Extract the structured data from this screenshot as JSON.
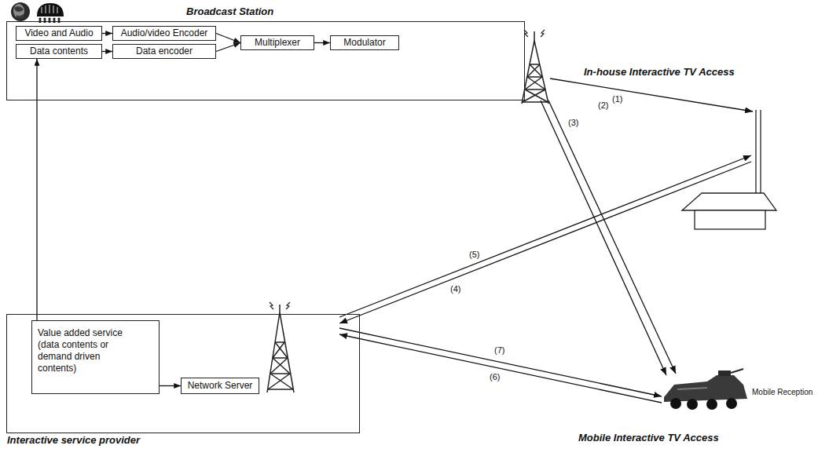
{
  "diagram": {
    "nodes": [
      {
        "text": [
          "Broadcast Station"
        ]
      },
      {
        "text": [
          "Video and Audio"
        ],
        "in": 0
      },
      {
        "text": [
          "Audio/video Encoder"
        ],
        "in": 0
      },
      {
        "text": [
          "Multiplexer"
        ],
        "in": 0
      },
      {
        "text": [
          "Modulator"
        ],
        "in": 0
      },
      {
        "text": [
          "Data contents"
        ],
        "in": 0
      },
      {
        "text": [
          "Data encoder"
        ],
        "in": 0
      },
      {
        "text": [
          "Interactive service provider"
        ]
      },
      {
        "text": [
          "Value added service (data contents or demand driven contents)"
        ],
        "in": 7
      },
      {
        "text": [
          "Network Server"
        ],
        "in": 7
      }
    ],
    "edges": [
      {
        "from": 1,
        "to": 2,
        "arrow": "to"
      },
      {
        "from": 5,
        "to": 6,
        "arrow": "to"
      },
      {
        "from": 2,
        "to": 3,
        "arrow": "to"
      },
      {
        "from": 6,
        "to": 3,
        "arrow": "to"
      },
      {
        "from": 3,
        "to": 4,
        "arrow": "to"
      },
      {
        "from": 8,
        "to": 5,
        "arrow": "to"
      },
      {
        "from": 8,
        "to": 9,
        "arrow": "to"
      }
    ],
    "labels": [
      "In-house Interactive TV Access",
      "(1)",
      "(3)",
      "(2)",
      "(5)",
      "(4)",
      "(7)",
      "(6)",
      "Mobile Reception",
      "Mobile Interactive TV Access"
    ]
  }
}
